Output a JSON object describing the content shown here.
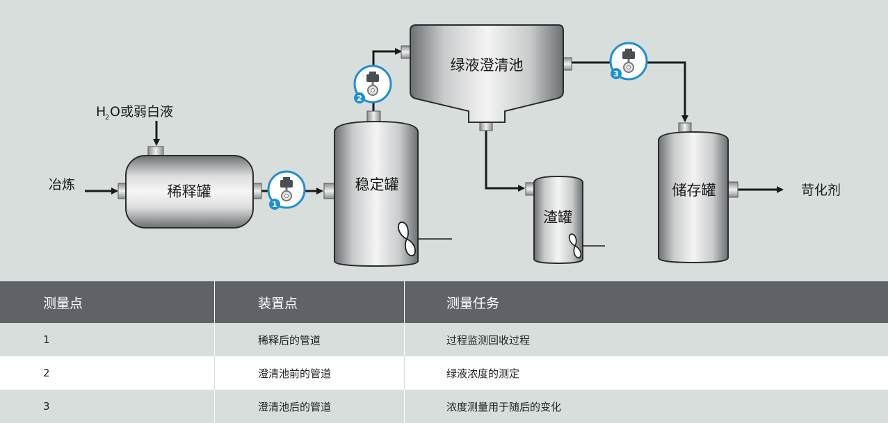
{
  "diagram": {
    "labels": {
      "smelting": "冶炼",
      "water_source_h": "H",
      "water_source_sub": "2",
      "water_source_rest": "O或弱白液",
      "dilution_tank": "稀释罐",
      "stabilizing_tank": "稳定罐",
      "clarifier": "绿液澄清池",
      "dregs_tank": "渣罐",
      "storage_tank": "储存罐",
      "caustic": "苛化剂"
    },
    "measurement_points": [
      "1",
      "2",
      "3"
    ],
    "colors": {
      "background": "#d7dedb",
      "badge": "#1f8fd0",
      "pipe": "#1a1a1a"
    }
  },
  "table": {
    "headers": [
      "测量点",
      "装置点",
      "测量任务"
    ],
    "rows": [
      [
        "1",
        "稀释后的管道",
        "过程监测回收过程"
      ],
      [
        "2",
        "澄清池前的管道",
        "绿液浓度的测定"
      ],
      [
        "3",
        "澄清池后的管道",
        "浓度测量用于随后的变化"
      ]
    ]
  }
}
